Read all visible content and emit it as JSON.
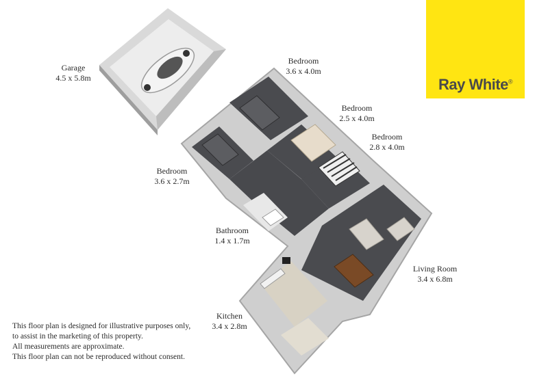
{
  "brand": {
    "name": "Ray White",
    "registered_mark": "®",
    "color": "#ffe512"
  },
  "rooms": {
    "garage": {
      "name": "Garage",
      "size": "4.5 x 5.8m"
    },
    "bedroom_top": {
      "name": "Bedroom",
      "size": "3.6 x 4.0m"
    },
    "bedroom_mid": {
      "name": "Bedroom",
      "size": "2.5 x 4.0m"
    },
    "bedroom_right": {
      "name": "Bedroom",
      "size": "2.8 x 4.0m"
    },
    "bedroom_left": {
      "name": "Bedroom",
      "size": "3.6 x 2.7m"
    },
    "bathroom": {
      "name": "Bathroom",
      "size": "1.4 x 1.7m"
    },
    "living": {
      "name": "Living Room",
      "size": "3.4 x 6.8m"
    },
    "kitchen": {
      "name": "Kitchen",
      "size": "3.4 x 2.8m"
    }
  },
  "disclaimer": [
    "This floor plan is designed for illustrative purposes only,",
    "to assist in the marketing of this property.",
    "All measurements are approximate.",
    "This floor plan can not be reproduced without consent."
  ]
}
